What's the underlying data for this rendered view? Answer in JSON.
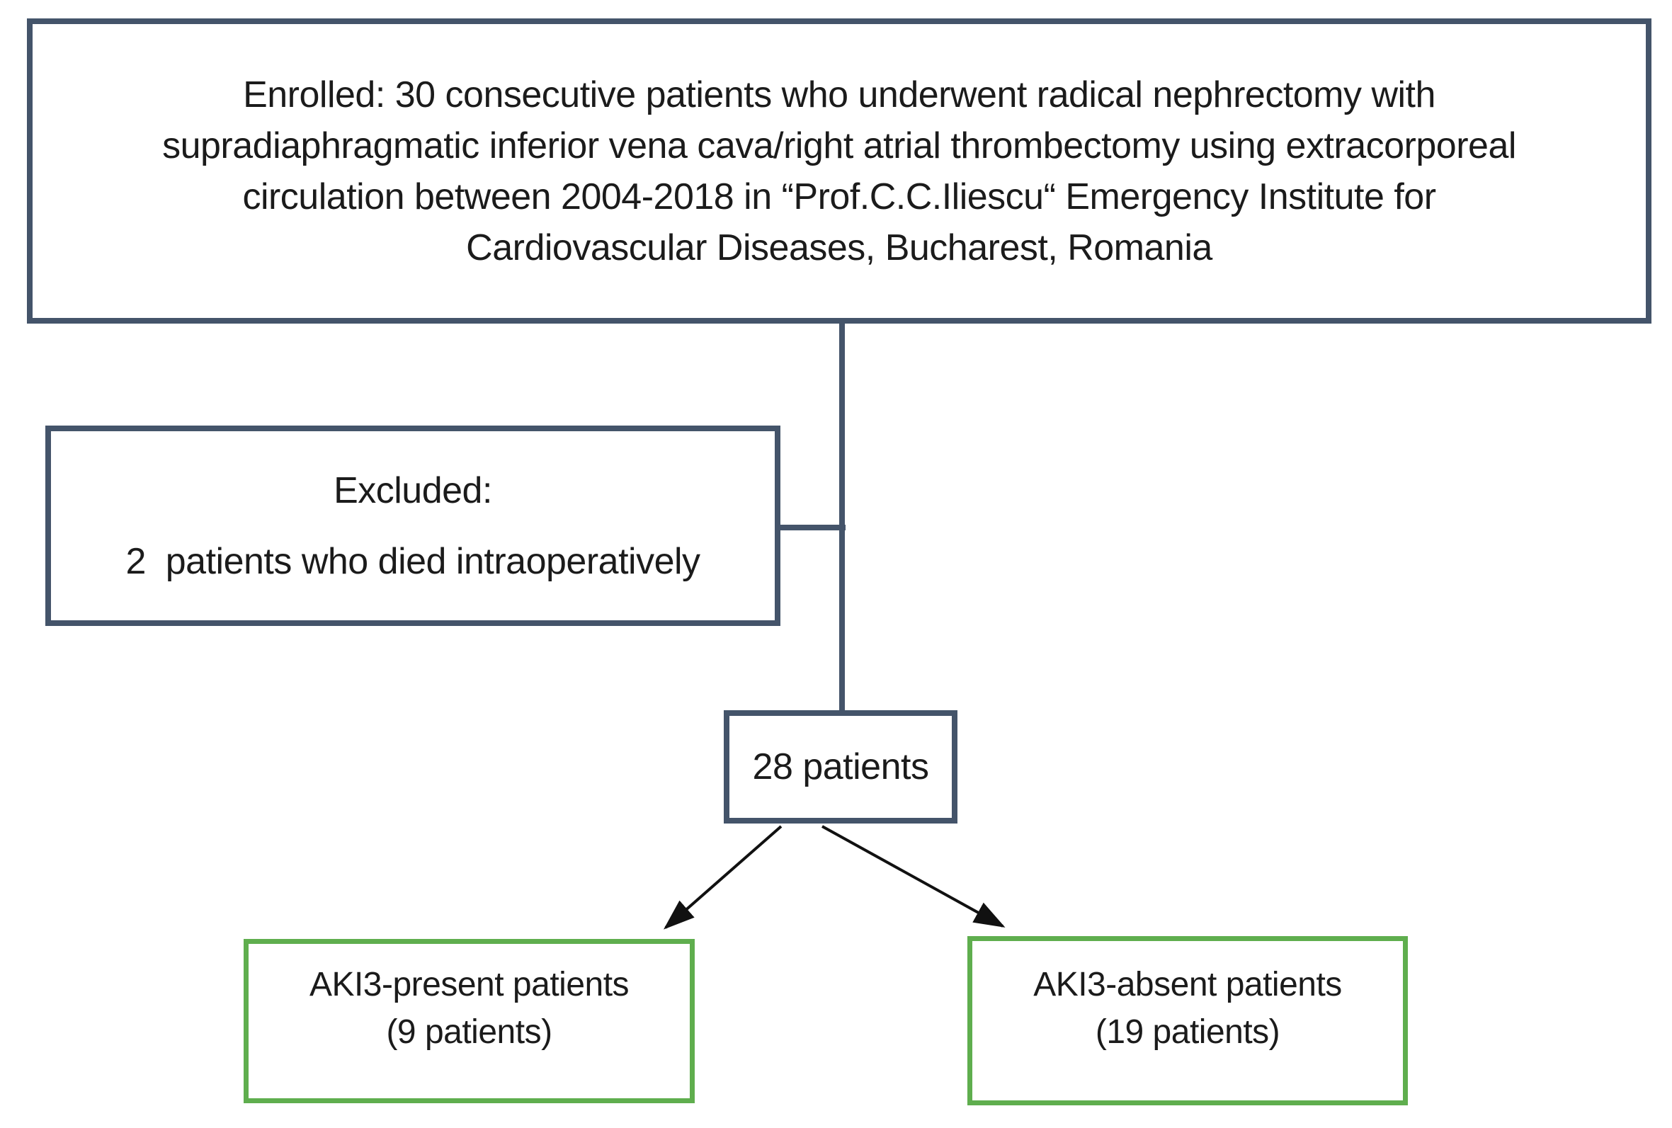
{
  "diagram": {
    "type": "patient-flow",
    "enrolled_box": {
      "lines": [
        "Enrolled: 30 consecutive patients who underwent radical nephrectomy with",
        "supradiaphragmatic inferior vena cava/right atrial thrombectomy using extracorporeal",
        "circulation between 2004-2018 in “Prof.C.C.Iliescu“ Emergency Institute for",
        "Cardiovascular Diseases, Bucharest, Romania"
      ]
    },
    "excluded_box": {
      "title": "Excluded:",
      "detail": "2  patients who died intraoperatively"
    },
    "remaining_box": {
      "label": "28 patients"
    },
    "aki3_present_box": {
      "lines": [
        "AKI3-present patients",
        "(9 patients)"
      ]
    },
    "aki3_absent_box": {
      "lines": [
        "AKI3-absent patients",
        "(19 patients)"
      ]
    }
  },
  "colors": {
    "box_border_dark": "#44546A",
    "box_border_green": "#5FAE4E",
    "arrow": "#111111",
    "text": "#1b1b1b",
    "background": "#ffffff"
  }
}
